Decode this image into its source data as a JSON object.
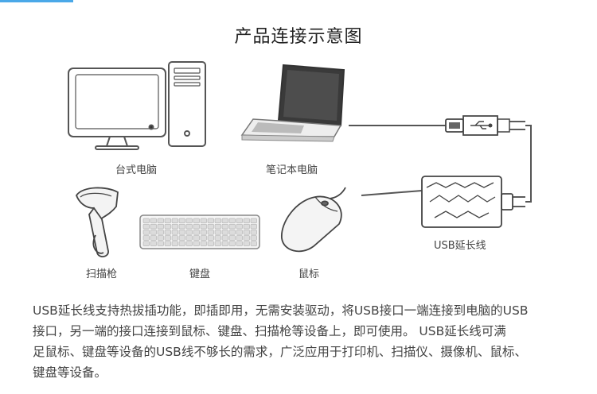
{
  "title": "产品连接示意图",
  "captions": {
    "desktop": "台式电脑",
    "laptop": "笔记本电脑",
    "scanner": "扫描枪",
    "keyboard": "键盘",
    "mouse": "鼠标",
    "cable": "USB延长线"
  },
  "description": [
    "USB延长线支持热拔插功能，即插即用，无需安装驱动，将USB接口一端连接到电脑的USB",
    "接口，另一端的接口连接到鼠标、键盘、扫描枪等设备上，即可使用。 USB延长线可满",
    "足鼠标、键盘等设备的USB线不够长的需求，广泛应用于打印机、扫描仪、摄像机、鼠标、",
    "键盘等设备。"
  ],
  "colors": {
    "accent": "#4aa8e8",
    "line": "#555555",
    "text": "#444444"
  }
}
